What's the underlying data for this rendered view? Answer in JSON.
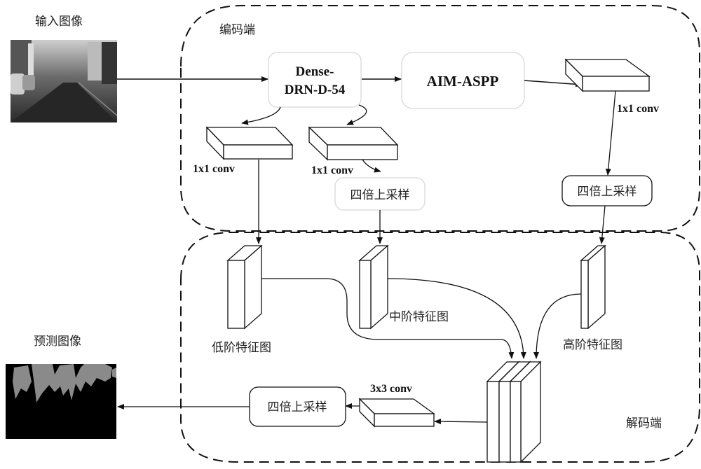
{
  "labels": {
    "input_image": "输入图像",
    "predicted_image": "预测图像",
    "encoder": "编码端",
    "decoder": "解码端",
    "backbone_line1": "Dense-",
    "backbone_line2": "DRN-D-54",
    "aspp": "AIM-ASPP",
    "conv1x1_low": "1x1 conv",
    "conv1x1_mid": "1x1 conv",
    "conv1x1_high": "1x1 conv",
    "upsample_mid": "四倍上采样",
    "upsample_high": "四倍上采样",
    "upsample_out": "四倍上采样",
    "low_feature": "低阶特征图",
    "mid_feature": "中阶特征图",
    "high_feature": "高阶特征图",
    "conv3x3": "3x3 conv"
  },
  "colors": {
    "stroke": "#111111",
    "box_border": "#dddddd",
    "seg_background": "#000000",
    "seg_foreground": "#8a8a8a"
  }
}
